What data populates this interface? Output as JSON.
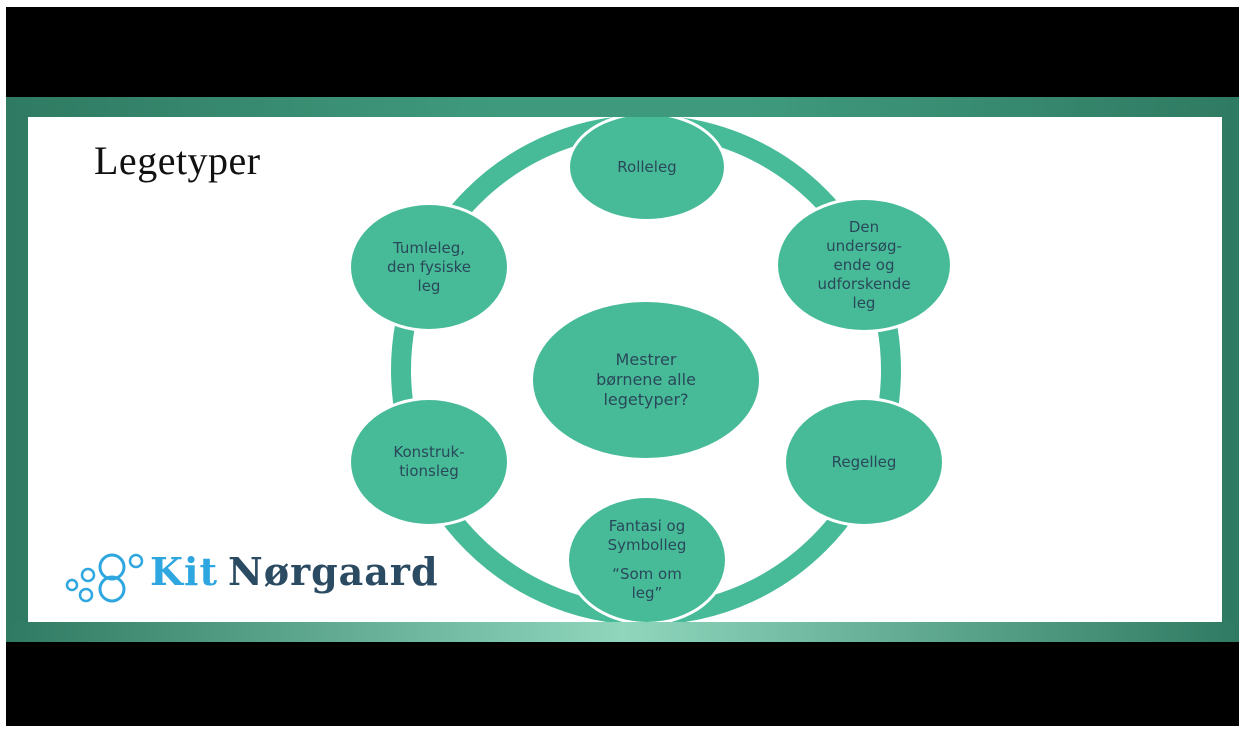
{
  "slide": {
    "title": "Legetyper",
    "center": "Mestrer\nbørnene alle\nlegetyper?",
    "nodes": {
      "top": "Rolleleg",
      "upper_right": "Den\nundersøg-\nende og\nudforskende\nleg",
      "lower_right": "Regelleg",
      "bottom_line1": "Fantasi og\nSymbolleg",
      "bottom_line2": "“Som om\nleg”",
      "lower_left": "Konstruk-\ntionsleg",
      "upper_left": "Tumleleg,\nden fysiske\nleg"
    }
  },
  "logo": {
    "word1": "Kit",
    "word2": "Nørgaard"
  },
  "colors": {
    "node_fill": "#47bb98",
    "node_text": "#29485a",
    "frame": "#3f9a7d",
    "logo_blue": "#2ea6df",
    "logo_dark": "#2b4b63"
  }
}
